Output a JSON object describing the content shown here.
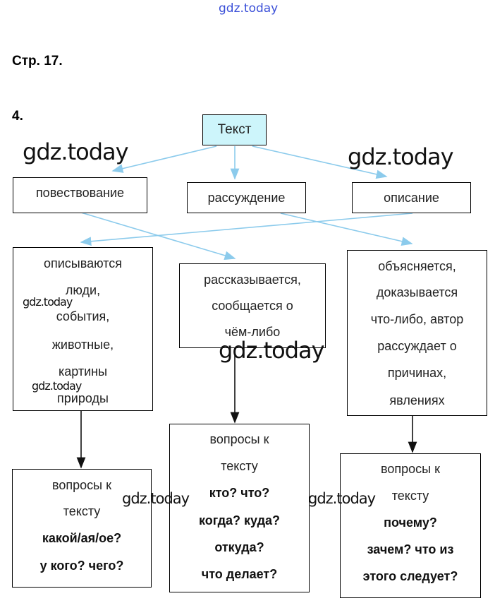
{
  "header_watermark": "gdz.today",
  "page_label": "Стр. 17.",
  "task_number": "4.",
  "root": "Текст",
  "types": [
    "повествование",
    "рассуждение",
    "описание"
  ],
  "descriptions": {
    "a": [
      "описываются",
      "люди,",
      "события,",
      "животные,",
      "картины",
      "природы"
    ],
    "b": [
      "рассказывается,",
      "сообщается о",
      "чём-либо"
    ],
    "c": [
      "объясняется,",
      "доказывается",
      "что-либо, автор",
      "рассуждает о",
      "причинах,",
      "явлениях"
    ]
  },
  "questions": {
    "a": {
      "lines": [
        "вопросы к",
        "тексту"
      ],
      "bold": [
        "какой/ая/ое?",
        "у кого? чего?"
      ]
    },
    "b": {
      "lines": [
        "вопросы к",
        "тексту"
      ],
      "bold": [
        "кто? что?",
        "когда? куда?",
        "откуда?",
        "что делает?"
      ]
    },
    "c": {
      "lines": [
        "вопросы к",
        "тексту"
      ],
      "bold": [
        "почему?",
        "зачем? что из",
        "этого следует?"
      ]
    }
  },
  "watermarks": [
    "gdz.today",
    "gdz.today",
    "gdz.today",
    "gdz.today",
    "gdz.today",
    "gdz.today",
    "gdz.today"
  ],
  "colors": {
    "arrow_blue": "#8ccbec",
    "root_fill": "#cdf5fb"
  }
}
